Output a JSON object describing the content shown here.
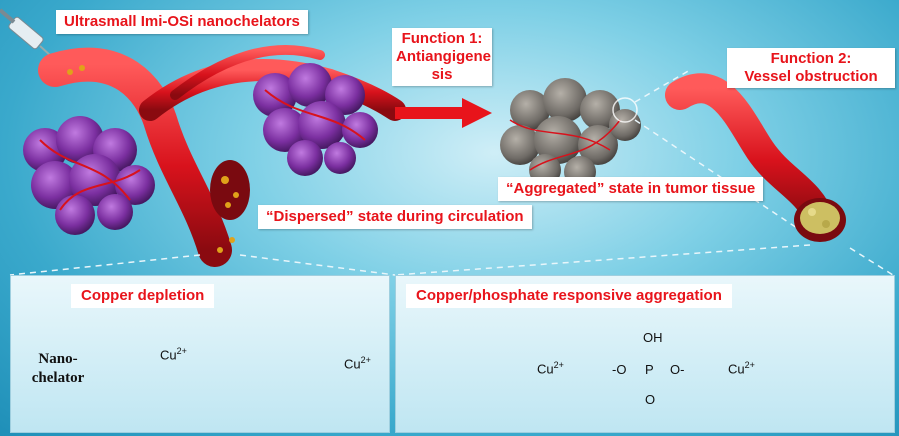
{
  "labels": {
    "title": "Ultrasmall Imi-OSi nanochelators",
    "function1_line1": "Function 1:",
    "function1_line2": "Antiangigene",
    "function1_line3": "sis",
    "function2_line1": "Function 2:",
    "function2_line2": "Vessel obstruction",
    "aggregated": "“Aggregated” state in tumor tissue",
    "dispersed": "“Dispersed” state during circulation"
  },
  "panels": {
    "left_title": "Copper depletion",
    "right_title": "Copper/phosphate responsive aggregation"
  },
  "chem": {
    "nano_line1": "Nano-",
    "nano_line2": "chelator",
    "cu": "Cu",
    "charge": "2+",
    "oh": "OH",
    "p": "P",
    "o": "O",
    "o_minus_left": "-O",
    "o_minus_right": "O-"
  },
  "colors": {
    "label_text": "#e8141b",
    "vessel": "#d8121c",
    "tumor": "#7b2fa0",
    "nanoparticle": "#e0a21a",
    "arrow": "#e8141b"
  }
}
